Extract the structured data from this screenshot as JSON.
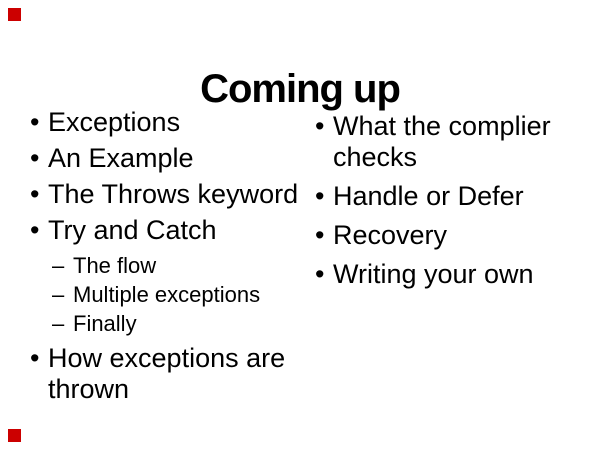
{
  "title": "Coming up",
  "bullets": {
    "level1_marker": "•",
    "level2_marker": "–"
  },
  "left_column": {
    "items": [
      {
        "label": "Exceptions",
        "level": 1
      },
      {
        "label": "An Example",
        "level": 1
      },
      {
        "label": "The Throws keyword",
        "level": 1
      },
      {
        "label": "Try and Catch",
        "level": 1
      },
      {
        "label": "The flow",
        "level": 2
      },
      {
        "label": "Multiple exceptions",
        "level": 2
      },
      {
        "label": "Finally",
        "level": 2
      },
      {
        "label": "How exceptions are thrown",
        "level": 1
      }
    ]
  },
  "right_column": {
    "items": [
      {
        "label": "What the complier checks",
        "level": 1
      },
      {
        "label": "Handle or Defer",
        "level": 1
      },
      {
        "label": "Recovery",
        "level": 1
      },
      {
        "label": "Writing your own",
        "level": 1
      }
    ]
  },
  "colors": {
    "background": "#ffffff",
    "text": "#000000",
    "accent_square": "#cc0000"
  }
}
